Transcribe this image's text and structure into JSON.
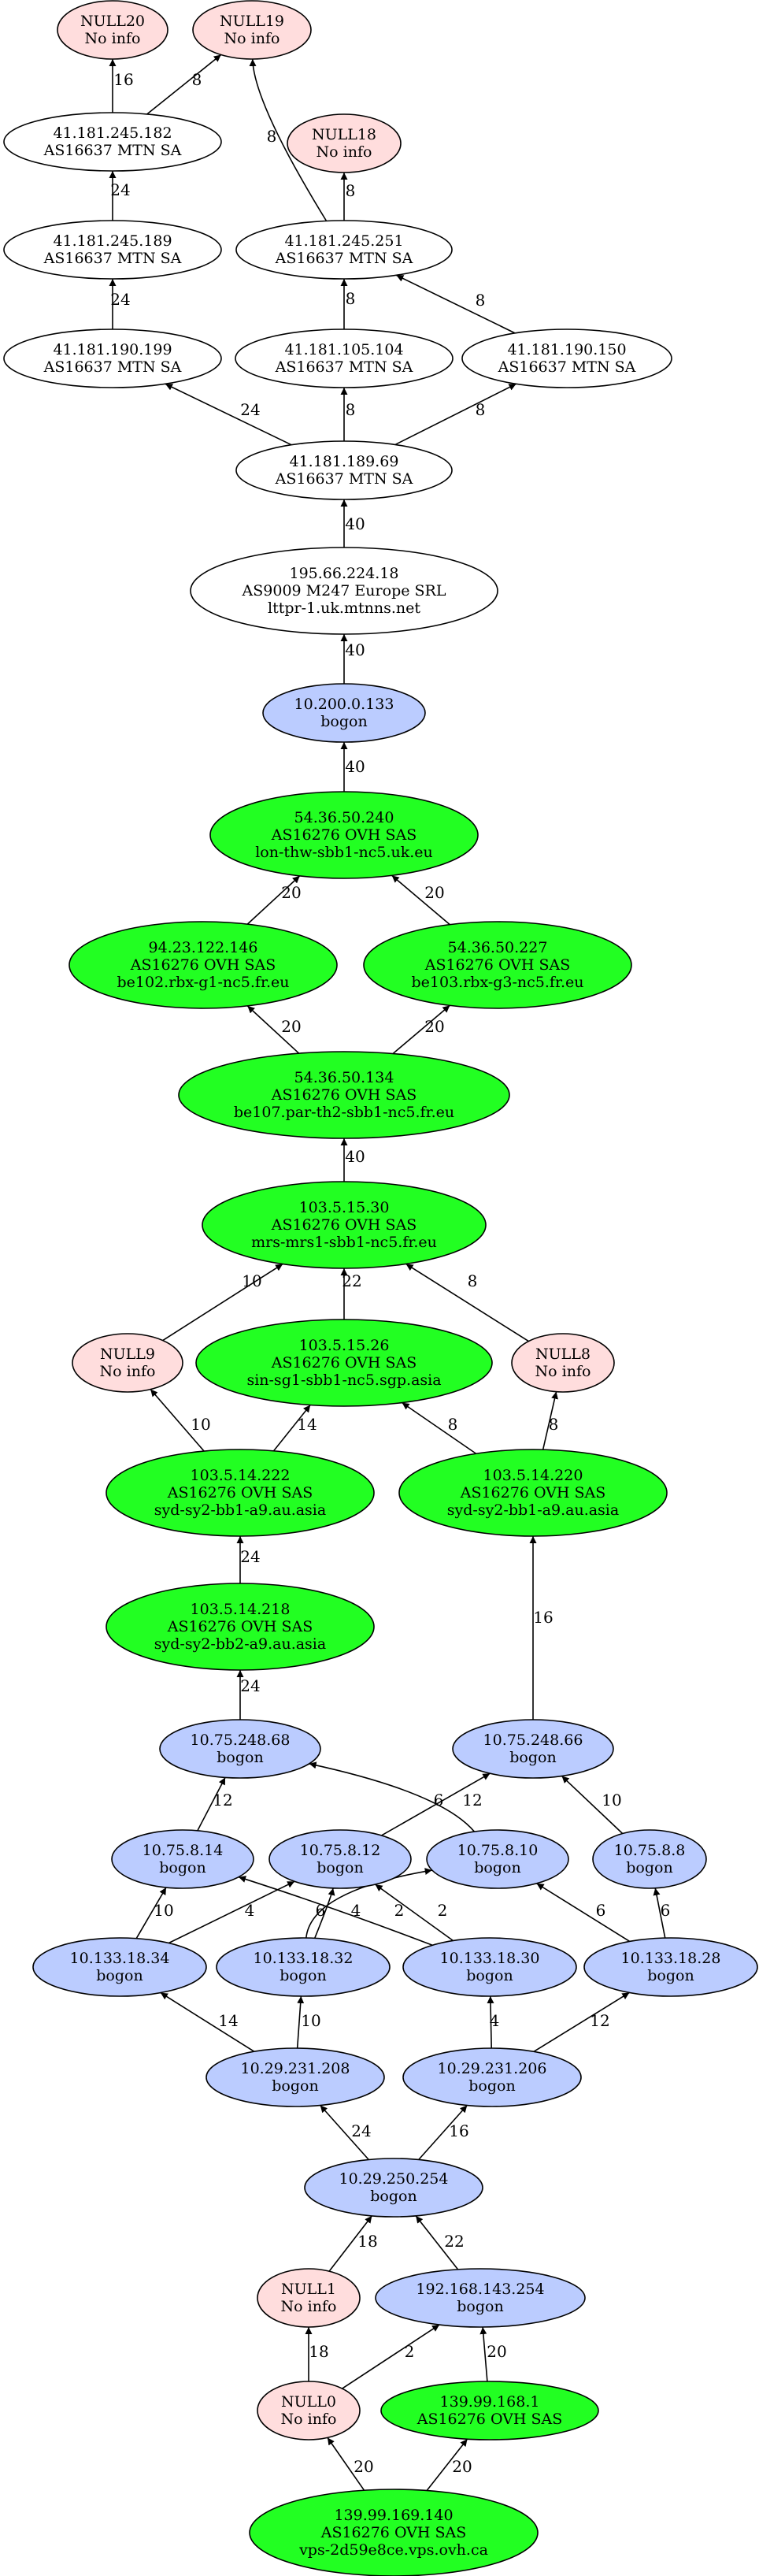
{
  "colors": {
    "ovh": "#22ff22",
    "bogon": "#bbccff",
    "null": "#ffdddd",
    "other": "#ffffff"
  },
  "nodes": [
    {
      "id": "NULL20",
      "kind": "null",
      "lines": [
        "NULL20",
        "No info"
      ]
    },
    {
      "id": "NULL19",
      "kind": "null",
      "lines": [
        "NULL19",
        "No info"
      ]
    },
    {
      "id": "n182",
      "kind": "other",
      "lines": [
        "41.181.245.182",
        "AS16637 MTN SA"
      ]
    },
    {
      "id": "NULL18",
      "kind": "null",
      "lines": [
        "NULL18",
        "No info"
      ]
    },
    {
      "id": "n189",
      "kind": "other",
      "lines": [
        "41.181.245.189",
        "AS16637 MTN SA"
      ]
    },
    {
      "id": "n251",
      "kind": "other",
      "lines": [
        "41.181.245.251",
        "AS16637 MTN SA"
      ]
    },
    {
      "id": "n199",
      "kind": "other",
      "lines": [
        "41.181.190.199",
        "AS16637 MTN SA"
      ]
    },
    {
      "id": "n104",
      "kind": "other",
      "lines": [
        "41.181.105.104",
        "AS16637 MTN SA"
      ]
    },
    {
      "id": "n150",
      "kind": "other",
      "lines": [
        "41.181.190.150",
        "AS16637 MTN SA"
      ]
    },
    {
      "id": "n69",
      "kind": "other",
      "lines": [
        "41.181.189.69",
        "AS16637 MTN SA"
      ]
    },
    {
      "id": "n195",
      "kind": "other",
      "lines": [
        "195.66.224.18",
        "AS9009 M247 Europe SRL",
        "lttpr-1.uk.mtnns.net"
      ]
    },
    {
      "id": "n10200",
      "kind": "bogon",
      "lines": [
        "10.200.0.133",
        "bogon"
      ]
    },
    {
      "id": "n240",
      "kind": "ovh",
      "lines": [
        "54.36.50.240",
        "AS16276 OVH SAS",
        "lon-thw-sbb1-nc5.uk.eu"
      ]
    },
    {
      "id": "n146",
      "kind": "ovh",
      "lines": [
        "94.23.122.146",
        "AS16276 OVH SAS",
        "be102.rbx-g1-nc5.fr.eu"
      ]
    },
    {
      "id": "n227",
      "kind": "ovh",
      "lines": [
        "54.36.50.227",
        "AS16276 OVH SAS",
        "be103.rbx-g3-nc5.fr.eu"
      ]
    },
    {
      "id": "n134",
      "kind": "ovh",
      "lines": [
        "54.36.50.134",
        "AS16276 OVH SAS",
        "be107.par-th2-sbb1-nc5.fr.eu"
      ]
    },
    {
      "id": "n1530",
      "kind": "ovh",
      "lines": [
        "103.5.15.30",
        "AS16276 OVH SAS",
        "mrs-mrs1-sbb1-nc5.fr.eu"
      ]
    },
    {
      "id": "NULL9",
      "kind": "null",
      "lines": [
        "NULL9",
        "No info"
      ]
    },
    {
      "id": "n1526",
      "kind": "ovh",
      "lines": [
        "103.5.15.26",
        "AS16276 OVH SAS",
        "sin-sg1-sbb1-nc5.sgp.asia"
      ]
    },
    {
      "id": "NULL8",
      "kind": "null",
      "lines": [
        "NULL8",
        "No info"
      ]
    },
    {
      "id": "n222",
      "kind": "ovh",
      "lines": [
        "103.5.14.222",
        "AS16276 OVH SAS",
        "syd-sy2-bb1-a9.au.asia"
      ]
    },
    {
      "id": "n220",
      "kind": "ovh",
      "lines": [
        "103.5.14.220",
        "AS16276 OVH SAS",
        "syd-sy2-bb1-a9.au.asia"
      ]
    },
    {
      "id": "n218",
      "kind": "ovh",
      "lines": [
        "103.5.14.218",
        "AS16276 OVH SAS",
        "syd-sy2-bb2-a9.au.asia"
      ]
    },
    {
      "id": "b68",
      "kind": "bogon",
      "lines": [
        "10.75.248.68",
        "bogon"
      ]
    },
    {
      "id": "b66",
      "kind": "bogon",
      "lines": [
        "10.75.248.66",
        "bogon"
      ]
    },
    {
      "id": "b814",
      "kind": "bogon",
      "lines": [
        "10.75.8.14",
        "bogon"
      ]
    },
    {
      "id": "b812",
      "kind": "bogon",
      "lines": [
        "10.75.8.12",
        "bogon"
      ]
    },
    {
      "id": "b810",
      "kind": "bogon",
      "lines": [
        "10.75.8.10",
        "bogon"
      ]
    },
    {
      "id": "b88",
      "kind": "bogon",
      "lines": [
        "10.75.8.8",
        "bogon"
      ]
    },
    {
      "id": "b34",
      "kind": "bogon",
      "lines": [
        "10.133.18.34",
        "bogon"
      ]
    },
    {
      "id": "b32",
      "kind": "bogon",
      "lines": [
        "10.133.18.32",
        "bogon"
      ]
    },
    {
      "id": "b30",
      "kind": "bogon",
      "lines": [
        "10.133.18.30",
        "bogon"
      ]
    },
    {
      "id": "b28",
      "kind": "bogon",
      "lines": [
        "10.133.18.28",
        "bogon"
      ]
    },
    {
      "id": "b208",
      "kind": "bogon",
      "lines": [
        "10.29.231.208",
        "bogon"
      ]
    },
    {
      "id": "b206",
      "kind": "bogon",
      "lines": [
        "10.29.231.206",
        "bogon"
      ]
    },
    {
      "id": "b254",
      "kind": "bogon",
      "lines": [
        "10.29.250.254",
        "bogon"
      ]
    },
    {
      "id": "NULL1",
      "kind": "null",
      "lines": [
        "NULL1",
        "No info"
      ]
    },
    {
      "id": "b192",
      "kind": "bogon",
      "lines": [
        "192.168.143.254",
        "bogon"
      ]
    },
    {
      "id": "NULL0",
      "kind": "null",
      "lines": [
        "NULL0",
        "No info"
      ]
    },
    {
      "id": "n1681",
      "kind": "ovh",
      "lines": [
        "139.99.168.1",
        "AS16276 OVH SAS"
      ]
    },
    {
      "id": "n140",
      "kind": "ovh",
      "lines": [
        "139.99.169.140",
        "AS16276 OVH SAS",
        "vps-2d59e8ce.vps.ovh.ca"
      ]
    }
  ],
  "edges": [
    {
      "from": "n182",
      "to": "NULL20",
      "label": "16"
    },
    {
      "from": "n182",
      "to": "NULL19",
      "label": "8"
    },
    {
      "from": "n251",
      "to": "NULL19",
      "label": "8"
    },
    {
      "from": "n251",
      "to": "NULL18",
      "label": "8"
    },
    {
      "from": "n189",
      "to": "n182",
      "label": "24"
    },
    {
      "from": "n199",
      "to": "n189",
      "label": "24"
    },
    {
      "from": "n104",
      "to": "n251",
      "label": "8"
    },
    {
      "from": "n150",
      "to": "n251",
      "label": "8"
    },
    {
      "from": "n69",
      "to": "n199",
      "label": "24"
    },
    {
      "from": "n69",
      "to": "n104",
      "label": "8"
    },
    {
      "from": "n69",
      "to": "n150",
      "label": "8"
    },
    {
      "from": "n195",
      "to": "n69",
      "label": "40"
    },
    {
      "from": "n10200",
      "to": "n195",
      "label": "40"
    },
    {
      "from": "n240",
      "to": "n10200",
      "label": "40"
    },
    {
      "from": "n146",
      "to": "n240",
      "label": "20"
    },
    {
      "from": "n227",
      "to": "n240",
      "label": "20"
    },
    {
      "from": "n134",
      "to": "n146",
      "label": "20"
    },
    {
      "from": "n134",
      "to": "n227",
      "label": "20"
    },
    {
      "from": "n1530",
      "to": "n134",
      "label": "40"
    },
    {
      "from": "NULL9",
      "to": "n1530",
      "label": "10"
    },
    {
      "from": "n1526",
      "to": "n1530",
      "label": "22"
    },
    {
      "from": "NULL8",
      "to": "n1530",
      "label": "8"
    },
    {
      "from": "n222",
      "to": "NULL9",
      "label": "10"
    },
    {
      "from": "n222",
      "to": "n1526",
      "label": "14"
    },
    {
      "from": "n220",
      "to": "n1526",
      "label": "8"
    },
    {
      "from": "n220",
      "to": "NULL8",
      "label": "8"
    },
    {
      "from": "n218",
      "to": "n222",
      "label": "24"
    },
    {
      "from": "b68",
      "to": "n218",
      "label": "24"
    },
    {
      "from": "b66",
      "to": "n220",
      "label": "16"
    },
    {
      "from": "b814",
      "to": "b68",
      "label": "12"
    },
    {
      "from": "b810",
      "to": "b68",
      "label": "12"
    },
    {
      "from": "b812",
      "to": "b66",
      "label": "6"
    },
    {
      "from": "b88",
      "to": "b66",
      "label": "10"
    },
    {
      "from": "b34",
      "to": "b814",
      "label": "10"
    },
    {
      "from": "b34",
      "to": "b812",
      "label": "4"
    },
    {
      "from": "b30",
      "to": "b814",
      "label": "2"
    },
    {
      "from": "b30",
      "to": "b812",
      "label": "2"
    },
    {
      "from": "b32",
      "to": "b812",
      "label": "6"
    },
    {
      "from": "b32",
      "to": "b810",
      "label": "4"
    },
    {
      "from": "b28",
      "to": "b810",
      "label": "6"
    },
    {
      "from": "b28",
      "to": "b88",
      "label": "6"
    },
    {
      "from": "b208",
      "to": "b34",
      "label": "14"
    },
    {
      "from": "b208",
      "to": "b32",
      "label": "10"
    },
    {
      "from": "b206",
      "to": "b30",
      "label": "4"
    },
    {
      "from": "b206",
      "to": "b28",
      "label": "12"
    },
    {
      "from": "b254",
      "to": "b208",
      "label": "24"
    },
    {
      "from": "b254",
      "to": "b206",
      "label": "16"
    },
    {
      "from": "NULL1",
      "to": "b254",
      "label": "18"
    },
    {
      "from": "b192",
      "to": "b254",
      "label": "22"
    },
    {
      "from": "NULL0",
      "to": "NULL1",
      "label": "18"
    },
    {
      "from": "NULL0",
      "to": "b192",
      "label": "2"
    },
    {
      "from": "n1681",
      "to": "b192",
      "label": "20"
    },
    {
      "from": "n140",
      "to": "NULL0",
      "label": "20"
    },
    {
      "from": "n140",
      "to": "n1681",
      "label": "20"
    }
  ]
}
